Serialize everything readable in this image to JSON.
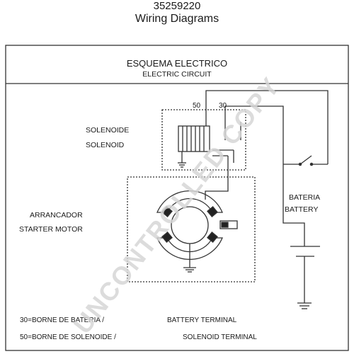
{
  "header": {
    "part_number": "35259220",
    "doc_title": "Wiring Diagrams"
  },
  "panel": {
    "title_es": "ESQUEMA ELECTRICO",
    "title_en": "ELECTRIC CIRCUIT"
  },
  "labels": {
    "solenoid_es": "SOLENOIDE",
    "solenoid_en": "SOLENOID",
    "starter_es": "ARRANCADOR",
    "starter_en": "STARTER MOTOR",
    "battery_es": "BATERIA",
    "battery_en": "BATTERY",
    "terminal_50": "50",
    "terminal_30": "30"
  },
  "legend": {
    "line1_es": "30=BORNE DE BATERIA /",
    "line1_en": "BATTERY TERMINAL",
    "line2_es": "50=BORNE DE SOLENOIDE /",
    "line2_en": "SOLENOID TERMINAL"
  },
  "watermark": "UNCONTROLLED COPY"
}
